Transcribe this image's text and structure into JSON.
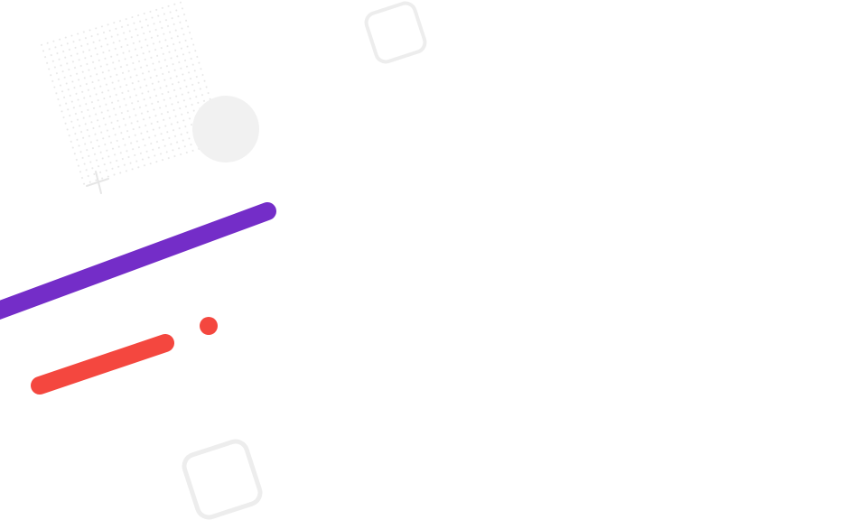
{
  "background_color": "#ffffff",
  "shapes": {
    "dot_grid": {
      "icon": "dot-grid-pattern",
      "color": "#e6e6e6"
    },
    "plus_mark": {
      "icon": "plus-icon",
      "color": "#e6e6e6"
    },
    "gray_circle": {
      "icon": "circle-shape",
      "color": "#f1f1f1"
    },
    "outline_square_top": {
      "icon": "rounded-square-outline",
      "color": "#ededed"
    },
    "outline_square_bottom": {
      "icon": "rounded-square-outline",
      "color": "#ededed"
    },
    "purple_stroke": {
      "icon": "diagonal-stroke",
      "color": "#742dc8"
    },
    "red_stroke": {
      "icon": "diagonal-stroke",
      "color": "#f4473f"
    },
    "red_dot": {
      "icon": "dot-shape",
      "color": "#f4473f"
    }
  }
}
